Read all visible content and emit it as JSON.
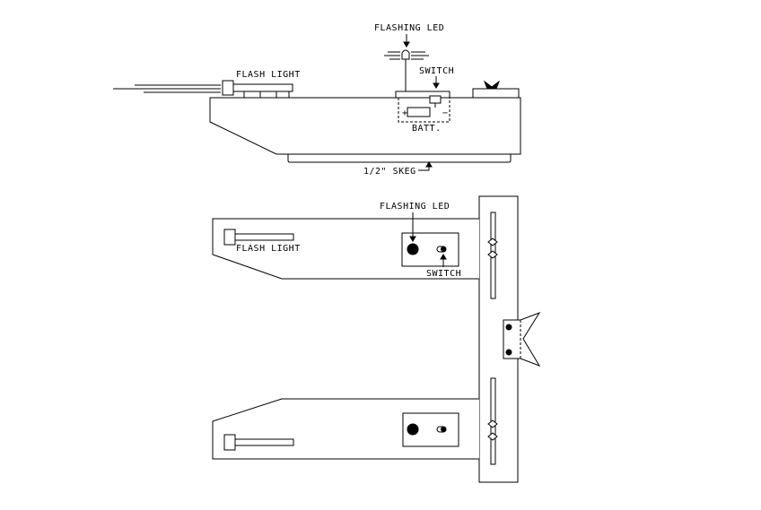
{
  "labels": {
    "side_flashing_led": "FLASHING LED",
    "side_flash_light": "FLASH LIGHT",
    "side_switch": "SWITCH",
    "side_batt": "BATT.",
    "side_batt_plus": "+",
    "side_batt_minus": "−",
    "side_skeg": "1/2\" SKEG",
    "top_flashing_led": "FLASHING LED",
    "top_flash_light": "FLASH LIGHT",
    "top_switch": "SWITCH"
  },
  "colors": {
    "ink": "#000000",
    "paper": "#ffffff"
  }
}
